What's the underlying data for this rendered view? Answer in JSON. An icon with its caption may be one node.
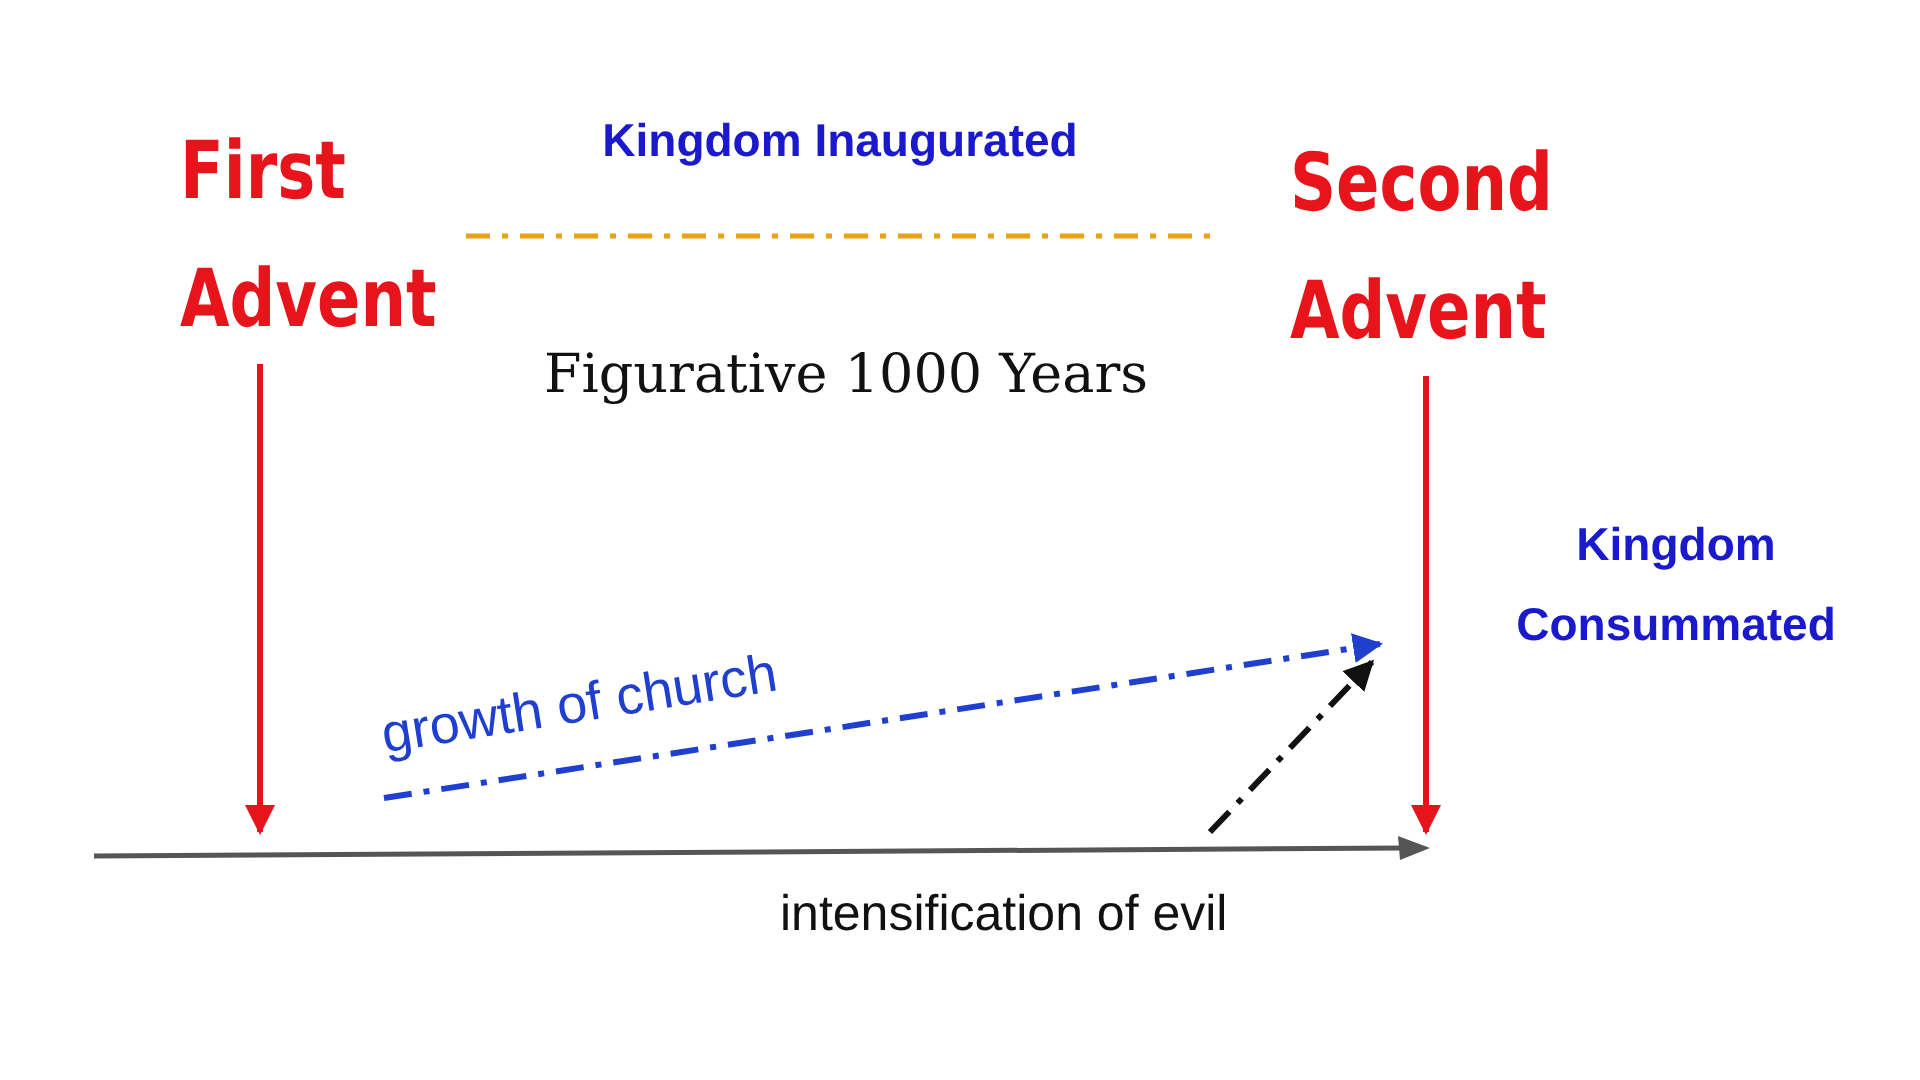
{
  "diagram": {
    "nodes": [
      {
        "text": [
          "First Advent"
        ]
      },
      {
        "text": [
          "Second Advent"
        ]
      },
      {
        "text": [],
        "shape": "bar"
      },
      {
        "text": [
          "growth of church"
        ]
      }
    ],
    "edges": [
      {
        "from": 0,
        "to": 2,
        "arrow": "to",
        "color": "#e8141b"
      },
      {
        "from": 1,
        "to": 2,
        "arrow": "to",
        "color": "#e8141b"
      },
      {
        "from": 3,
        "to": null,
        "arrow": "to",
        "style": "dashed",
        "color": "#1f3fd0"
      },
      {
        "from": 2,
        "to": null,
        "arrow": "to",
        "style": "dashed",
        "color": "#111111"
      }
    ],
    "labels": [
      "Kingdom Inaugurated",
      "Figurative 1000 Years",
      "Kingdom Consummated",
      "intensification of evil"
    ]
  }
}
